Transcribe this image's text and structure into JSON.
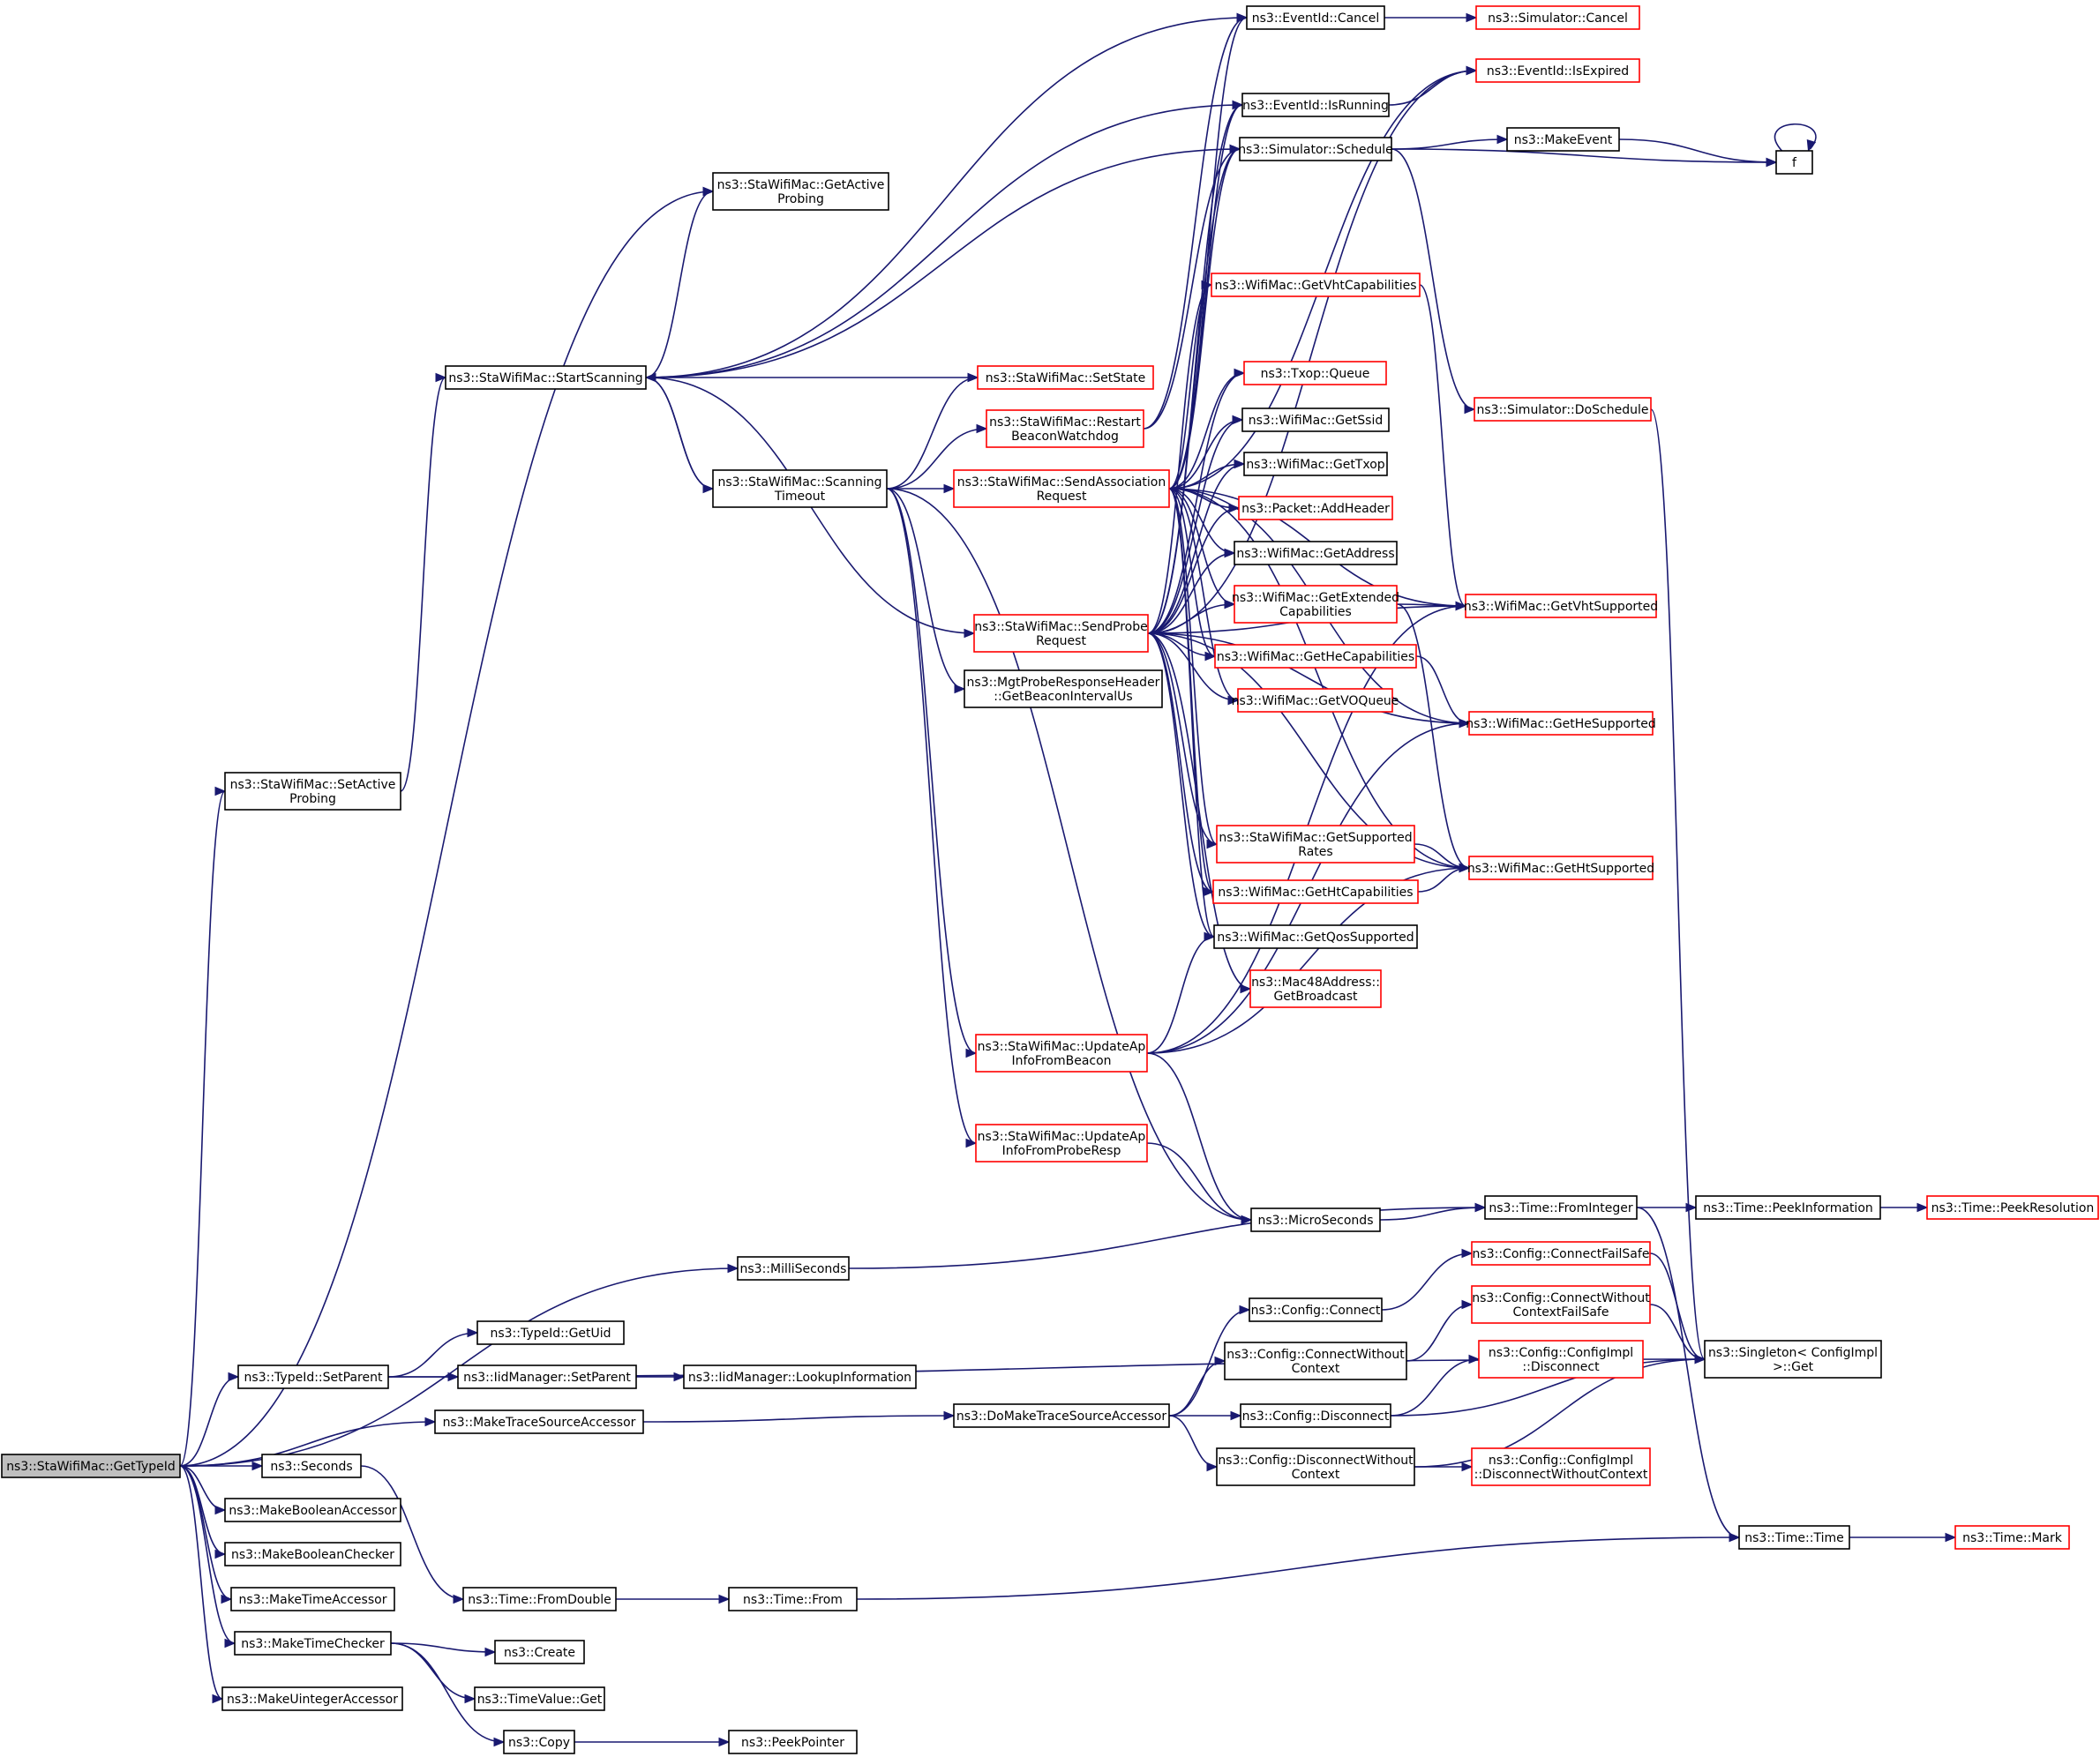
{
  "nodes": [
    {
      "id": "gettypeid",
      "lines": [
        "ns3::StaWifiMac::GetTypeId"
      ],
      "color": "root"
    },
    {
      "id": "setactiveprobing",
      "lines": [
        "ns3::StaWifiMac::SetActive",
        "Probing"
      ],
      "color": "black"
    },
    {
      "id": "getactiveprobing",
      "lines": [
        "ns3::StaWifiMac::GetActive",
        "Probing"
      ],
      "color": "black"
    },
    {
      "id": "startscanning",
      "lines": [
        "ns3::StaWifiMac::StartScanning"
      ],
      "color": "black"
    },
    {
      "id": "scanningtimeout",
      "lines": [
        "ns3::StaWifiMac::Scanning",
        "Timeout"
      ],
      "color": "black"
    },
    {
      "id": "setstate",
      "lines": [
        "ns3::StaWifiMac::SetState"
      ],
      "color": "red"
    },
    {
      "id": "restartbeacon",
      "lines": [
        "ns3::StaWifiMac::Restart",
        "BeaconWatchdog"
      ],
      "color": "red"
    },
    {
      "id": "sendassoc",
      "lines": [
        "ns3::StaWifiMac::SendAssociation",
        "Request"
      ],
      "color": "red"
    },
    {
      "id": "sendprobe",
      "lines": [
        "ns3::StaWifiMac::SendProbe",
        "Request"
      ],
      "color": "red"
    },
    {
      "id": "getbeaconinterval",
      "lines": [
        "ns3::MgtProbeResponseHeader",
        "::GetBeaconIntervalUs"
      ],
      "color": "black"
    },
    {
      "id": "updatebeacon",
      "lines": [
        "ns3::StaWifiMac::UpdateAp",
        "InfoFromBeacon"
      ],
      "color": "red"
    },
    {
      "id": "updateprobe",
      "lines": [
        "ns3::StaWifiMac::UpdateAp",
        "InfoFromProbeResp"
      ],
      "color": "red"
    },
    {
      "id": "eventcancel",
      "lines": [
        "ns3::EventId::Cancel"
      ],
      "color": "black"
    },
    {
      "id": "simcancel",
      "lines": [
        "ns3::Simulator::Cancel"
      ],
      "color": "red"
    },
    {
      "id": "isexpired",
      "lines": [
        "ns3::EventId::IsExpired"
      ],
      "color": "red"
    },
    {
      "id": "isrunning",
      "lines": [
        "ns3::EventId::IsRunning"
      ],
      "color": "black"
    },
    {
      "id": "schedule",
      "lines": [
        "ns3::Simulator::Schedule"
      ],
      "color": "black"
    },
    {
      "id": "makeevent",
      "lines": [
        "ns3::MakeEvent"
      ],
      "color": "black"
    },
    {
      "id": "f",
      "lines": [
        "f"
      ],
      "color": "black"
    },
    {
      "id": "getvhtcap",
      "lines": [
        "ns3::WifiMac::GetVhtCapabilities"
      ],
      "color": "red"
    },
    {
      "id": "queue",
      "lines": [
        "ns3::Txop::Queue"
      ],
      "color": "red"
    },
    {
      "id": "doschedule",
      "lines": [
        "ns3::Simulator::DoSchedule"
      ],
      "color": "red"
    },
    {
      "id": "getssid",
      "lines": [
        "ns3::WifiMac::GetSsid"
      ],
      "color": "black"
    },
    {
      "id": "gettxop",
      "lines": [
        "ns3::WifiMac::GetTxop"
      ],
      "color": "black"
    },
    {
      "id": "addheader",
      "lines": [
        "ns3::Packet::AddHeader"
      ],
      "color": "red"
    },
    {
      "id": "getaddress",
      "lines": [
        "ns3::WifiMac::GetAddress"
      ],
      "color": "black"
    },
    {
      "id": "getextcap",
      "lines": [
        "ns3::WifiMac::GetExtended",
        "Capabilities"
      ],
      "color": "red"
    },
    {
      "id": "getvhtsup",
      "lines": [
        "ns3::WifiMac::GetVhtSupported"
      ],
      "color": "red"
    },
    {
      "id": "gethecap",
      "lines": [
        "ns3::WifiMac::GetHeCapabilities"
      ],
      "color": "red"
    },
    {
      "id": "getvoqueue",
      "lines": [
        "ns3::WifiMac::GetVOQueue"
      ],
      "color": "red"
    },
    {
      "id": "gethesup",
      "lines": [
        "ns3::WifiMac::GetHeSupported"
      ],
      "color": "red"
    },
    {
      "id": "getsuprates",
      "lines": [
        "ns3::StaWifiMac::GetSupported",
        "Rates"
      ],
      "color": "red"
    },
    {
      "id": "gethtsup",
      "lines": [
        "ns3::WifiMac::GetHtSupported"
      ],
      "color": "red"
    },
    {
      "id": "gethtcap",
      "lines": [
        "ns3::WifiMac::GetHtCapabilities"
      ],
      "color": "red"
    },
    {
      "id": "getqos",
      "lines": [
        "ns3::WifiMac::GetQosSupported"
      ],
      "color": "black"
    },
    {
      "id": "broadcast",
      "lines": [
        "ns3::Mac48Address::",
        "GetBroadcast"
      ],
      "color": "red"
    },
    {
      "id": "microseconds",
      "lines": [
        "ns3::MicroSeconds"
      ],
      "color": "black"
    },
    {
      "id": "frominteger",
      "lines": [
        "ns3::Time::FromInteger"
      ],
      "color": "black"
    },
    {
      "id": "peekinfo",
      "lines": [
        "ns3::Time::PeekInformation"
      ],
      "color": "black"
    },
    {
      "id": "peekres",
      "lines": [
        "ns3::Time::PeekResolution"
      ],
      "color": "red"
    },
    {
      "id": "milliseconds",
      "lines": [
        "ns3::MilliSeconds"
      ],
      "color": "black"
    },
    {
      "id": "connectfailsafe",
      "lines": [
        "ns3::Config::ConnectFailSafe"
      ],
      "color": "red"
    },
    {
      "id": "connect",
      "lines": [
        "ns3::Config::Connect"
      ],
      "color": "black"
    },
    {
      "id": "connectwocfs",
      "lines": [
        "ns3::Config::ConnectWithout",
        "ContextFailSafe"
      ],
      "color": "red"
    },
    {
      "id": "singleton",
      "lines": [
        "ns3::Singleton< ConfigImpl",
        " >::Get"
      ],
      "color": "black"
    },
    {
      "id": "connectwoc",
      "lines": [
        "ns3::Config::ConnectWithout",
        "Context"
      ],
      "color": "black"
    },
    {
      "id": "cfgdisconnect",
      "lines": [
        "ns3::Config::ConfigImpl",
        "::Disconnect"
      ],
      "color": "red"
    },
    {
      "id": "gettypeuid",
      "lines": [
        "ns3::TypeId::GetUid"
      ],
      "color": "black"
    },
    {
      "id": "setparent",
      "lines": [
        "ns3::TypeId::SetParent"
      ],
      "color": "black"
    },
    {
      "id": "iidsetparent",
      "lines": [
        "ns3::IidManager::SetParent"
      ],
      "color": "black"
    },
    {
      "id": "lookupinfo",
      "lines": [
        "ns3::IidManager::LookupInformation"
      ],
      "color": "black"
    },
    {
      "id": "maketracesrc",
      "lines": [
        "ns3::MakeTraceSourceAccessor"
      ],
      "color": "black"
    },
    {
      "id": "domaketracesrc",
      "lines": [
        "ns3::DoMakeTraceSourceAccessor"
      ],
      "color": "black"
    },
    {
      "id": "disconnect",
      "lines": [
        "ns3::Config::Disconnect"
      ],
      "color": "black"
    },
    {
      "id": "disconnectwoc",
      "lines": [
        "ns3::Config::DisconnectWithout",
        "Context"
      ],
      "color": "black"
    },
    {
      "id": "cfgdisconnectwoc",
      "lines": [
        "ns3::Config::ConfigImpl",
        "::DisconnectWithoutContext"
      ],
      "color": "red"
    },
    {
      "id": "seconds",
      "lines": [
        "ns3::Seconds"
      ],
      "color": "black"
    },
    {
      "id": "makeboolacc",
      "lines": [
        "ns3::MakeBooleanAccessor"
      ],
      "color": "black"
    },
    {
      "id": "makeboolchk",
      "lines": [
        "ns3::MakeBooleanChecker"
      ],
      "color": "black"
    },
    {
      "id": "maketimeacc",
      "lines": [
        "ns3::MakeTimeAccessor"
      ],
      "color": "black"
    },
    {
      "id": "maketimechk",
      "lines": [
        "ns3::MakeTimeChecker"
      ],
      "color": "black"
    },
    {
      "id": "makeuintacc",
      "lines": [
        "ns3::MakeUintegerAccessor"
      ],
      "color": "black"
    },
    {
      "id": "timetime",
      "lines": [
        "ns3::Time::Time"
      ],
      "color": "black"
    },
    {
      "id": "timemark",
      "lines": [
        "ns3::Time::Mark"
      ],
      "color": "red"
    },
    {
      "id": "fromdouble",
      "lines": [
        "ns3::Time::FromDouble"
      ],
      "color": "black"
    },
    {
      "id": "timefrom",
      "lines": [
        "ns3::Time::From"
      ],
      "color": "black"
    },
    {
      "id": "create",
      "lines": [
        "ns3::Create"
      ],
      "color": "black"
    },
    {
      "id": "timevalueget",
      "lines": [
        "ns3::TimeValue::Get"
      ],
      "color": "black"
    },
    {
      "id": "copy",
      "lines": [
        "ns3::Copy"
      ],
      "color": "black"
    },
    {
      "id": "peekpointer",
      "lines": [
        "ns3::PeekPointer"
      ],
      "color": "black"
    }
  ],
  "edges": [
    [
      "gettypeid",
      "getactiveprobing"
    ],
    [
      "gettypeid",
      "setactiveprobing"
    ],
    [
      "gettypeid",
      "milliseconds"
    ],
    [
      "gettypeid",
      "setparent"
    ],
    [
      "gettypeid",
      "maketracesrc"
    ],
    [
      "gettypeid",
      "seconds"
    ],
    [
      "gettypeid",
      "makeboolacc"
    ],
    [
      "gettypeid",
      "makeboolchk"
    ],
    [
      "gettypeid",
      "maketimeacc"
    ],
    [
      "gettypeid",
      "maketimechk"
    ],
    [
      "gettypeid",
      "makeuintacc"
    ],
    [
      "setactiveprobing",
      "startscanning"
    ],
    [
      "startscanning",
      "getactiveprobing"
    ],
    [
      "startscanning",
      "eventcancel"
    ],
    [
      "startscanning",
      "schedule"
    ],
    [
      "startscanning",
      "isrunning"
    ],
    [
      "startscanning",
      "setstate"
    ],
    [
      "startscanning",
      "scanningtimeout"
    ],
    [
      "startscanning",
      "sendprobe"
    ],
    [
      "scanningtimeout",
      "startscanning"
    ],
    [
      "scanningtimeout",
      "setstate"
    ],
    [
      "scanningtimeout",
      "restartbeacon"
    ],
    [
      "scanningtimeout",
      "sendassoc"
    ],
    [
      "scanningtimeout",
      "getbeaconinterval"
    ],
    [
      "scanningtimeout",
      "updatebeacon"
    ],
    [
      "scanningtimeout",
      "updateprobe"
    ],
    [
      "scanningtimeout",
      "microseconds"
    ],
    [
      "restartbeacon",
      "eventcancel"
    ],
    [
      "restartbeacon",
      "schedule"
    ],
    [
      "sendassoc",
      "eventcancel"
    ],
    [
      "sendassoc",
      "isexpired"
    ],
    [
      "sendassoc",
      "isrunning"
    ],
    [
      "sendassoc",
      "schedule"
    ],
    [
      "sendassoc",
      "getvhtcap"
    ],
    [
      "sendassoc",
      "queue"
    ],
    [
      "sendassoc",
      "getssid"
    ],
    [
      "sendassoc",
      "gettxop"
    ],
    [
      "sendassoc",
      "addheader"
    ],
    [
      "sendassoc",
      "getaddress"
    ],
    [
      "sendassoc",
      "getextcap"
    ],
    [
      "sendassoc",
      "gethecap"
    ],
    [
      "sendassoc",
      "getvoqueue"
    ],
    [
      "sendassoc",
      "getsuprates"
    ],
    [
      "sendassoc",
      "gethtcap"
    ],
    [
      "sendassoc",
      "getqos"
    ],
    [
      "sendassoc",
      "getvhtsup"
    ],
    [
      "sendassoc",
      "gethesup"
    ],
    [
      "sendassoc",
      "gethtsup"
    ],
    [
      "sendprobe",
      "isexpired"
    ],
    [
      "sendprobe",
      "isrunning"
    ],
    [
      "sendprobe",
      "schedule"
    ],
    [
      "sendprobe",
      "getvhtcap"
    ],
    [
      "sendprobe",
      "queue"
    ],
    [
      "sendprobe",
      "getssid"
    ],
    [
      "sendprobe",
      "gettxop"
    ],
    [
      "sendprobe",
      "addheader"
    ],
    [
      "sendprobe",
      "getaddress"
    ],
    [
      "sendprobe",
      "getextcap"
    ],
    [
      "sendprobe",
      "gethecap"
    ],
    [
      "sendprobe",
      "getvoqueue"
    ],
    [
      "sendprobe",
      "getsuprates"
    ],
    [
      "sendprobe",
      "gethtcap"
    ],
    [
      "sendprobe",
      "getqos"
    ],
    [
      "sendprobe",
      "broadcast"
    ],
    [
      "sendprobe",
      "getvhtsup"
    ],
    [
      "sendprobe",
      "gethesup"
    ],
    [
      "sendprobe",
      "gethtsup"
    ],
    [
      "updatebeacon",
      "getqos"
    ],
    [
      "updatebeacon",
      "getvhtsup"
    ],
    [
      "updatebeacon",
      "gethesup"
    ],
    [
      "updatebeacon",
      "gethtsup"
    ],
    [
      "updatebeacon",
      "microseconds"
    ],
    [
      "updateprobe",
      "microseconds"
    ],
    [
      "eventcancel",
      "simcancel"
    ],
    [
      "isrunning",
      "isexpired"
    ],
    [
      "schedule",
      "makeevent"
    ],
    [
      "schedule",
      "f"
    ],
    [
      "schedule",
      "doschedule"
    ],
    [
      "makeevent",
      "f"
    ],
    [
      "f",
      "f"
    ],
    [
      "getvhtcap",
      "getvhtsup"
    ],
    [
      "getextcap",
      "getvhtsup"
    ],
    [
      "getextcap",
      "gethtsup"
    ],
    [
      "gethecap",
      "gethesup"
    ],
    [
      "getsuprates",
      "gethtsup"
    ],
    [
      "gethtcap",
      "gethtsup"
    ],
    [
      "doschedule",
      "singleton"
    ],
    [
      "microseconds",
      "frominteger"
    ],
    [
      "milliseconds",
      "frominteger"
    ],
    [
      "frominteger",
      "peekinfo"
    ],
    [
      "frominteger",
      "timetime"
    ],
    [
      "peekinfo",
      "peekres"
    ],
    [
      "connectfailsafe",
      "singleton"
    ],
    [
      "connectwocfs",
      "singleton"
    ],
    [
      "disconnect",
      "singleton"
    ],
    [
      "disconnectwoc",
      "singleton"
    ],
    [
      "connect",
      "connectfailsafe"
    ],
    [
      "connectwoc",
      "connectwocfs"
    ],
    [
      "disconnect",
      "cfgdisconnect"
    ],
    [
      "disconnectwoc",
      "cfgdisconnectwoc"
    ],
    [
      "setparent",
      "gettypeuid"
    ],
    [
      "setparent",
      "iidsetparent"
    ],
    [
      "setparent",
      "singleton"
    ],
    [
      "iidsetparent",
      "lookupinfo"
    ],
    [
      "maketracesrc",
      "domaketracesrc"
    ],
    [
      "domaketracesrc",
      "connect"
    ],
    [
      "domaketracesrc",
      "connectwoc"
    ],
    [
      "domaketracesrc",
      "disconnect"
    ],
    [
      "domaketracesrc",
      "disconnectwoc"
    ],
    [
      "seconds",
      "fromdouble"
    ],
    [
      "fromdouble",
      "timefrom"
    ],
    [
      "timefrom",
      "timetime"
    ],
    [
      "timetime",
      "timemark"
    ],
    [
      "maketimechk",
      "create"
    ],
    [
      "maketimechk",
      "timevalueget"
    ],
    [
      "maketimechk",
      "copy"
    ],
    [
      "copy",
      "peekpointer"
    ]
  ]
}
